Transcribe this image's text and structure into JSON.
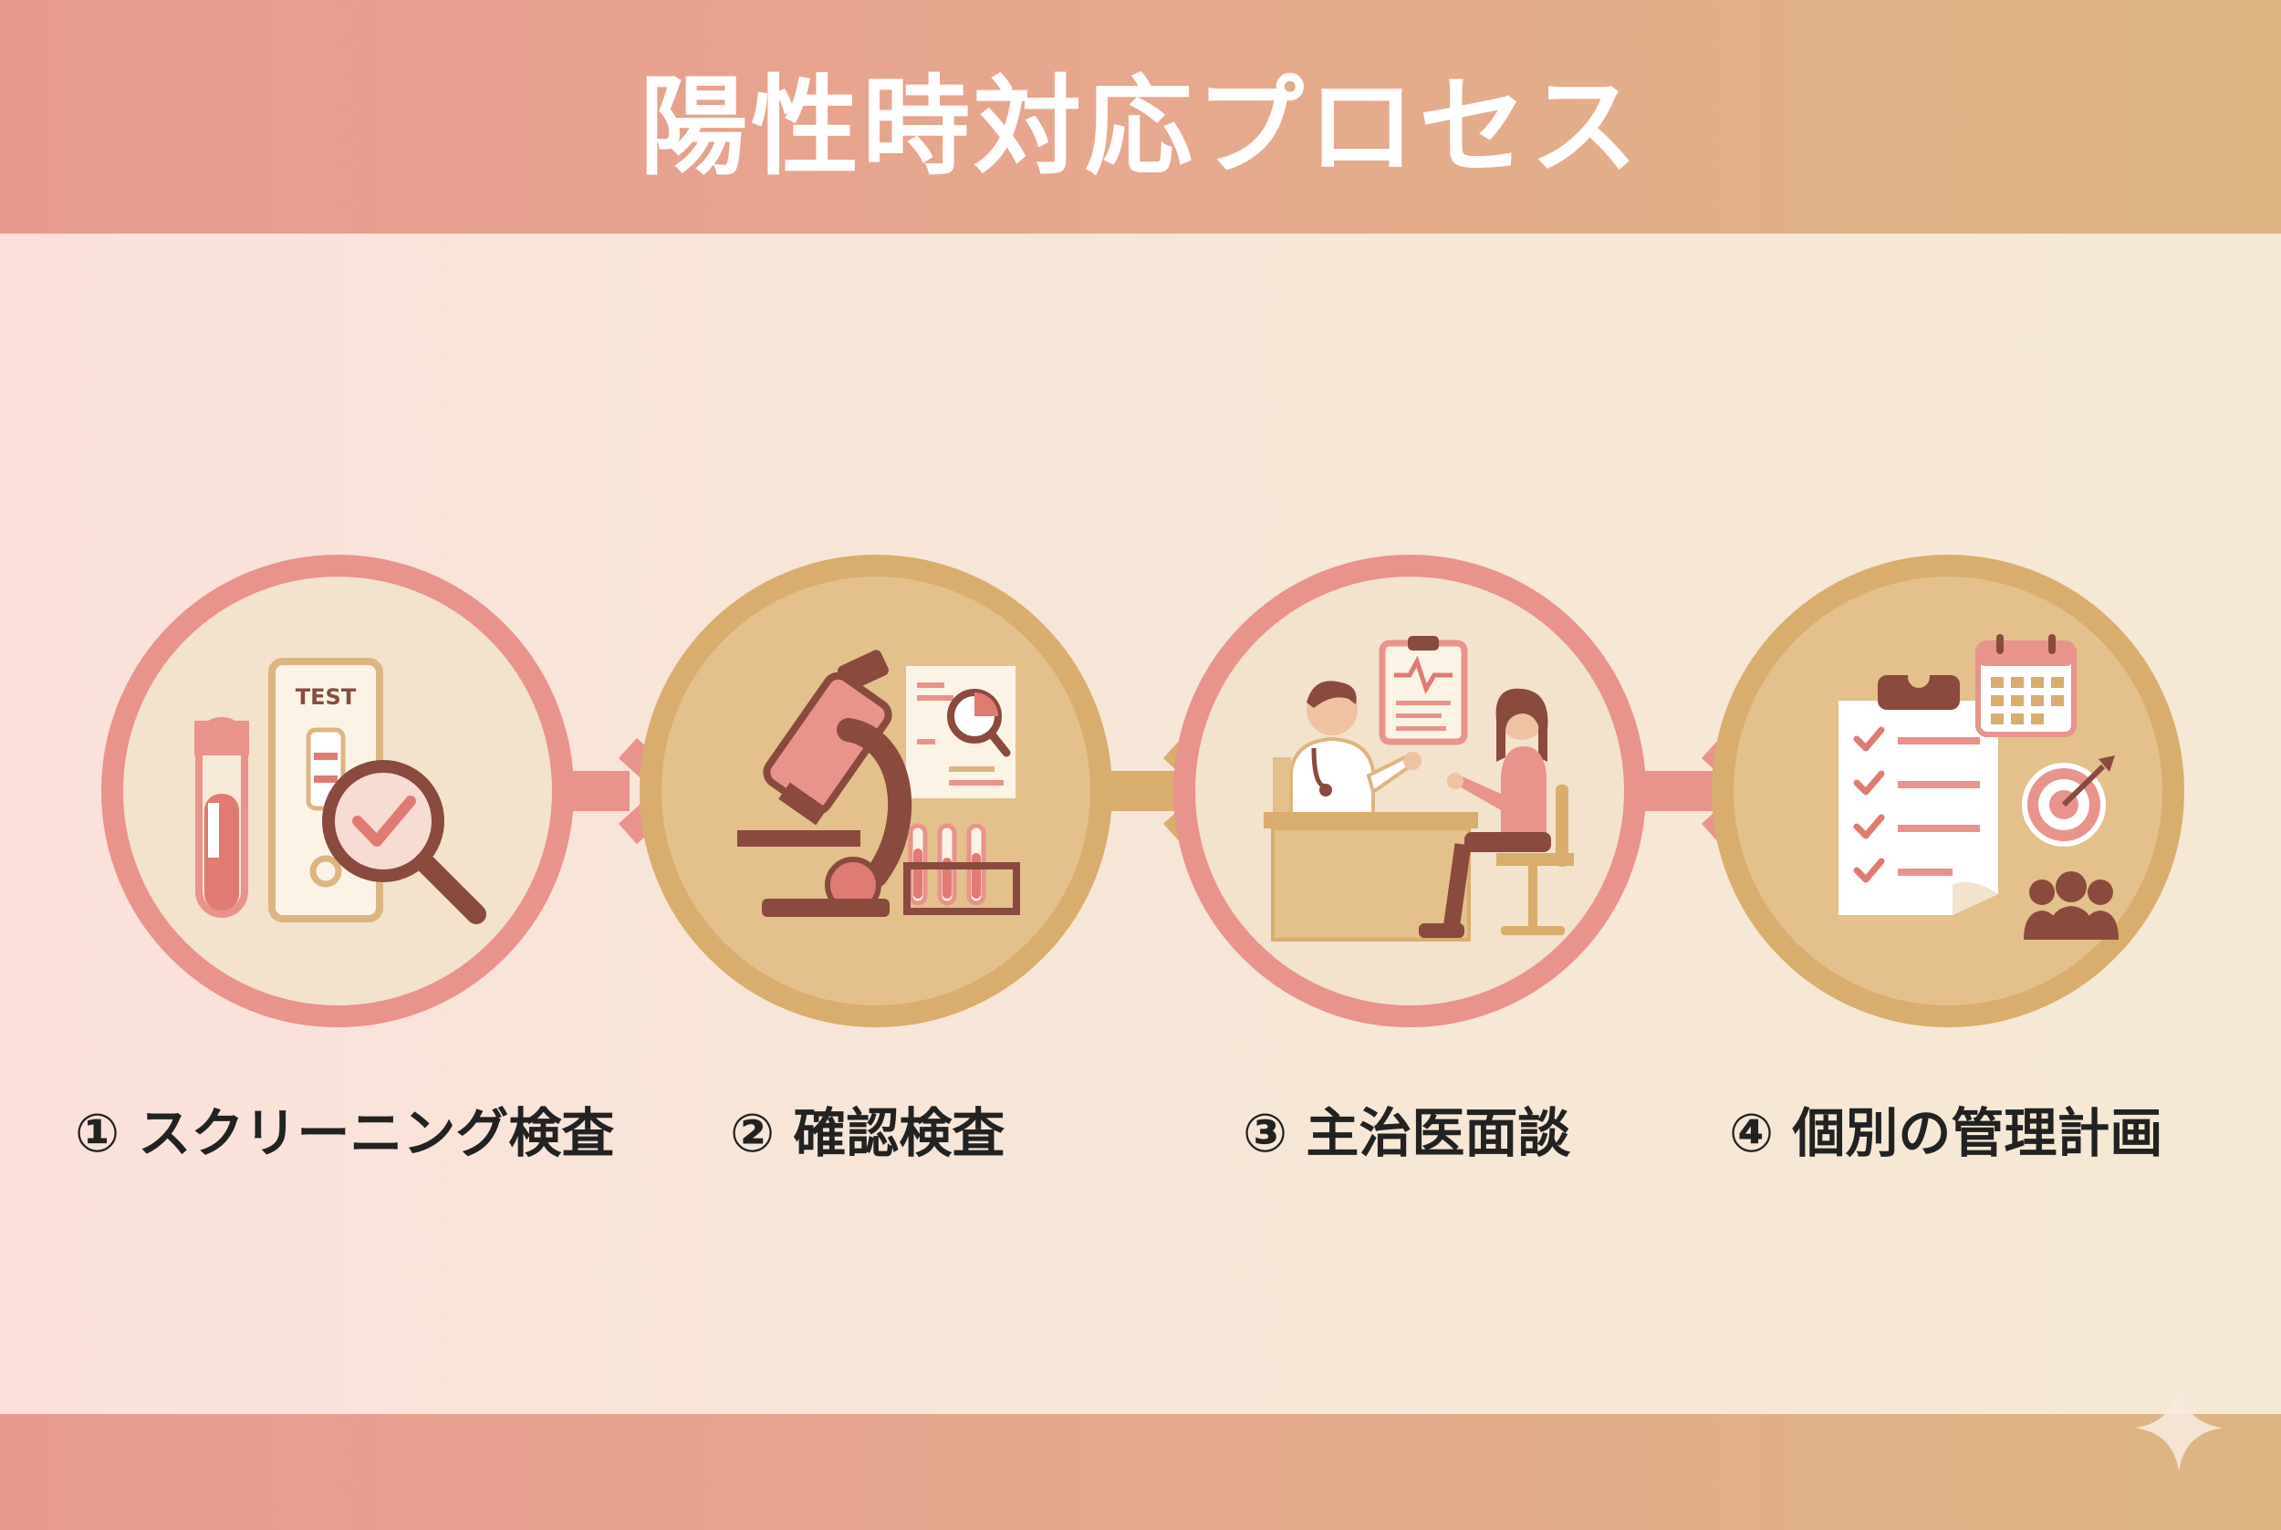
{
  "title": "陽性時対応プロセス",
  "steps": [
    {
      "number": "①",
      "label": "スクリーニング検査",
      "icon": "test-tube-and-magnifier-icon"
    },
    {
      "number": "②",
      "label": "確認検査",
      "icon": "microscope-icon"
    },
    {
      "number": "③",
      "label": "主治医面談",
      "icon": "doctor-consultation-icon"
    },
    {
      "number": "④",
      "label": "個別の管理計画",
      "icon": "management-plan-icon"
    }
  ],
  "icon_text": {
    "test_card": "TEST"
  },
  "colors": {
    "pink": "#e8938c",
    "gold": "#d9ad6e",
    "brown": "#8a4a3e",
    "cream": "#f5e6cf",
    "circle_gold_fill": "#e3c08c"
  }
}
